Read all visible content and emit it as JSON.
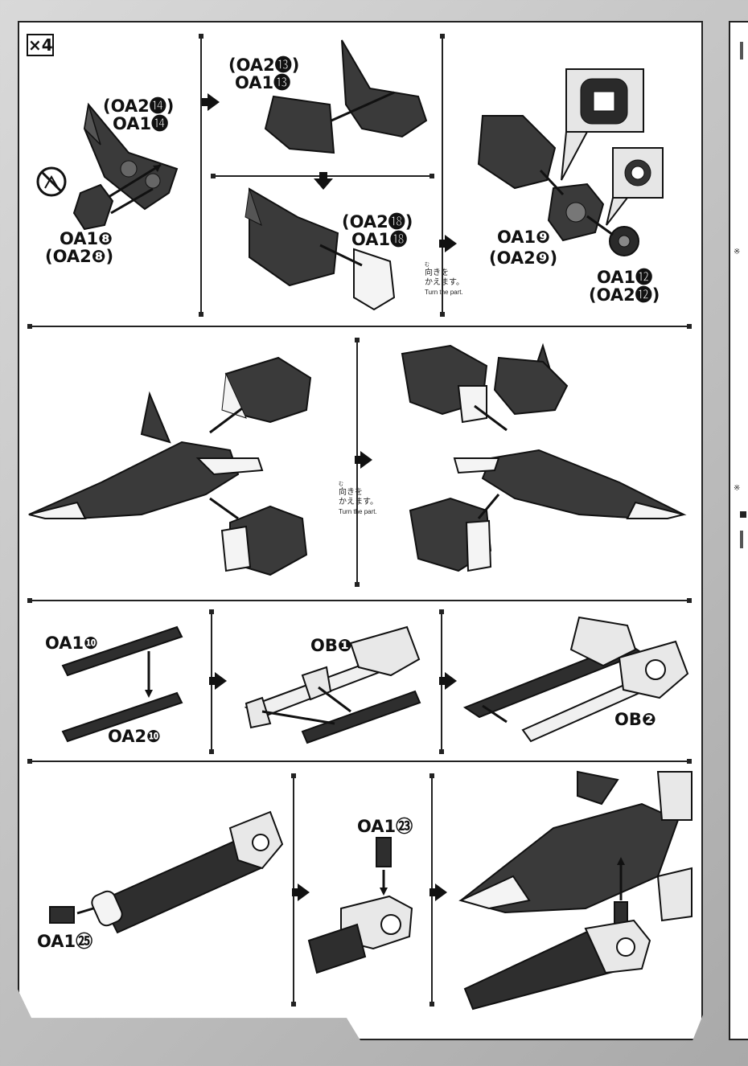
{
  "header": {
    "quantity_badge": "×4"
  },
  "step1": {
    "label_top_left": {
      "line1": "(OA2⓮)",
      "line2": "OA1⓮"
    },
    "label_bottom_left": {
      "line1": "OA1❽",
      "line2": "(OA2❽)"
    },
    "label_top_mid": {
      "line1": "(OA2⓭)",
      "line2": "OA1⓭"
    },
    "label_bottom_mid": {
      "line1": "(OA2⓲)",
      "line2": "OA1⓲"
    },
    "label_right_a": {
      "line1": "OA1❾",
      "line2": "(OA2❾)"
    },
    "label_right_b": {
      "line1": "OA1⓬",
      "line2": "(OA2⓬)"
    },
    "turn_note": {
      "ruby": "む",
      "jp1": "向きを",
      "jp2": "かえます。",
      "en": "Turn the part."
    }
  },
  "step2": {
    "turn_note": {
      "ruby": "む",
      "jp1": "向きを",
      "jp2": "かえます。",
      "en": "Turn the part."
    }
  },
  "step3": {
    "label_oa1_10": "OA1❿",
    "label_oa2_10": "OA2❿",
    "label_ob1": "OB❶",
    "label_ob2": "OB❷"
  },
  "step4": {
    "label_oa1_25": "OA1㉕",
    "label_oa1_23": "OA1㉓"
  },
  "right_strip": {
    "mark1": "※",
    "mark2": "※"
  }
}
